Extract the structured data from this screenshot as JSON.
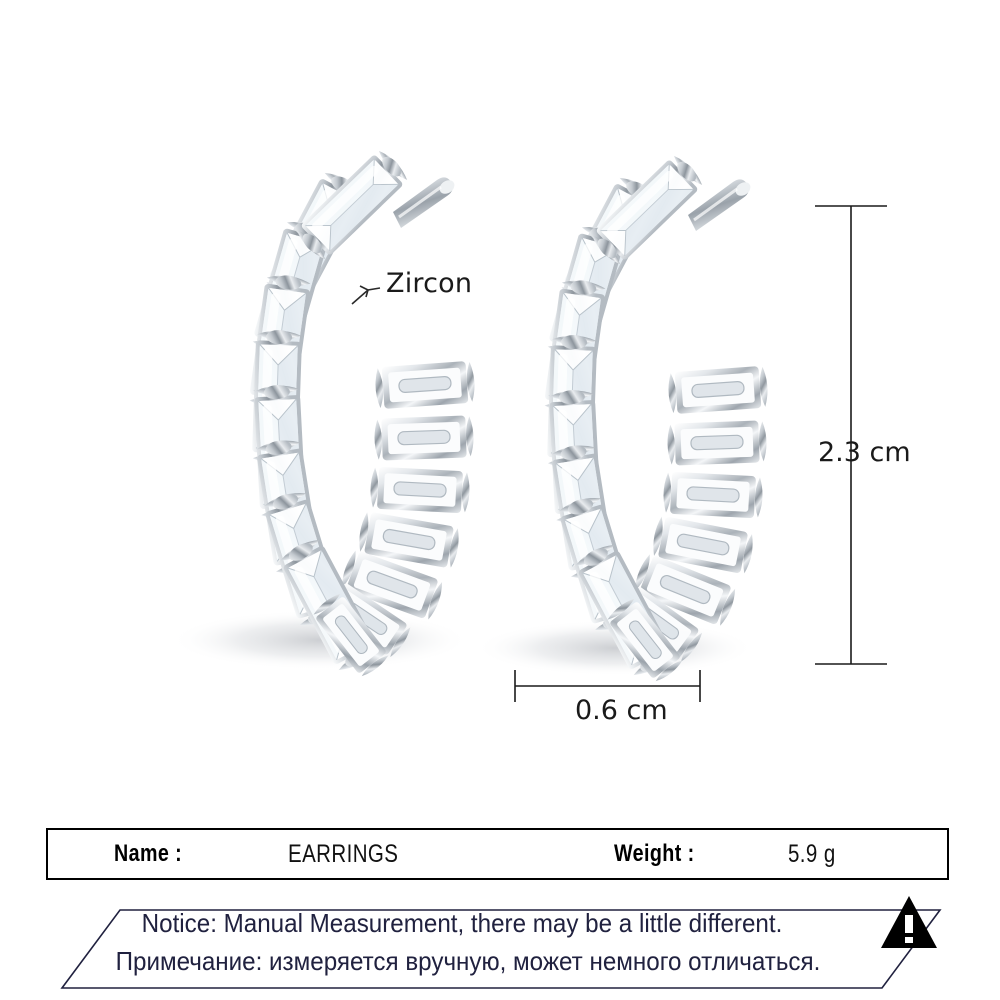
{
  "product_photo": {
    "callout": {
      "label": "Zircon",
      "icon": "leader-line-pointer"
    },
    "dimensions": {
      "height": {
        "value": "2.3 cm",
        "orientation": "vertical"
      },
      "width": {
        "value": "0.6 cm",
        "orientation": "horizontal"
      }
    },
    "subject": "pair of silver C-hoop earrings set with baguette-cut zircon stones",
    "background_color": "#ffffff",
    "metal_color": "#c9cdd2",
    "stone_color": "#f2f5f8",
    "shadow_color": "#d8dade"
  },
  "info_bar": {
    "name_key": "Name :",
    "name_value": "EARRINGS",
    "weight_key": "Weight :",
    "weight_value": "5.9 g",
    "border_color": "#000000"
  },
  "notice": {
    "line_en": "Notice: Manual Measurement, there may be a little different.",
    "line_ru": "Примечание: измеряется вручную, может немного отличаться.",
    "icon": "warning-triangle-icon",
    "text_color": "#20213f",
    "icon_color": "#000000"
  }
}
